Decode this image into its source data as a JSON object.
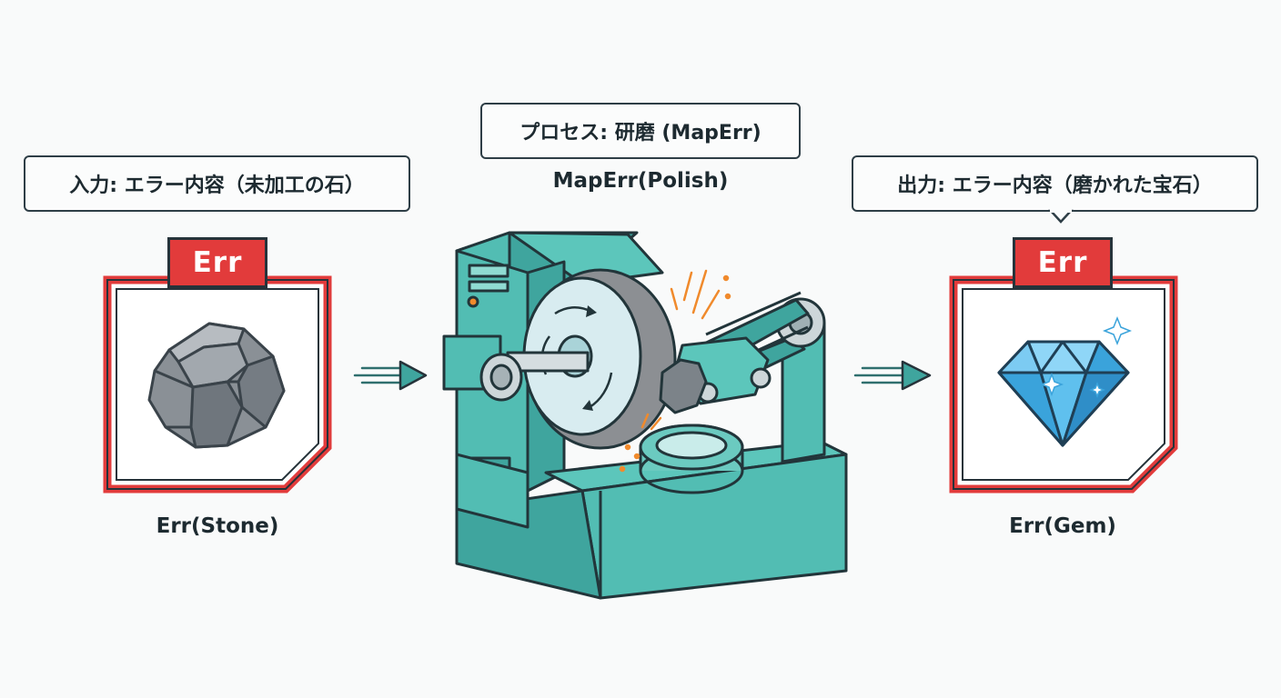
{
  "input": {
    "label": "入力: エラー内容（未加工の石）",
    "tag": "Err",
    "caption": "Err(Stone)",
    "icon": "stone-icon"
  },
  "process": {
    "label": "プロセス: 研磨 (MapErr)",
    "caption": "MapErr(Polish)",
    "icon": "grinding-machine-icon"
  },
  "output": {
    "label": "出力: エラー内容（磨かれた宝石）",
    "tag": "Err",
    "caption": "Err(Gem)",
    "icon": "gem-icon"
  },
  "colors": {
    "error_red": "#e23b3b",
    "machine_teal": "#52bdb3",
    "outline": "#26333a",
    "gem_blue": "#4fb8ea",
    "stone_gray": "#8a9096",
    "spark_orange": "#f08a2c"
  }
}
